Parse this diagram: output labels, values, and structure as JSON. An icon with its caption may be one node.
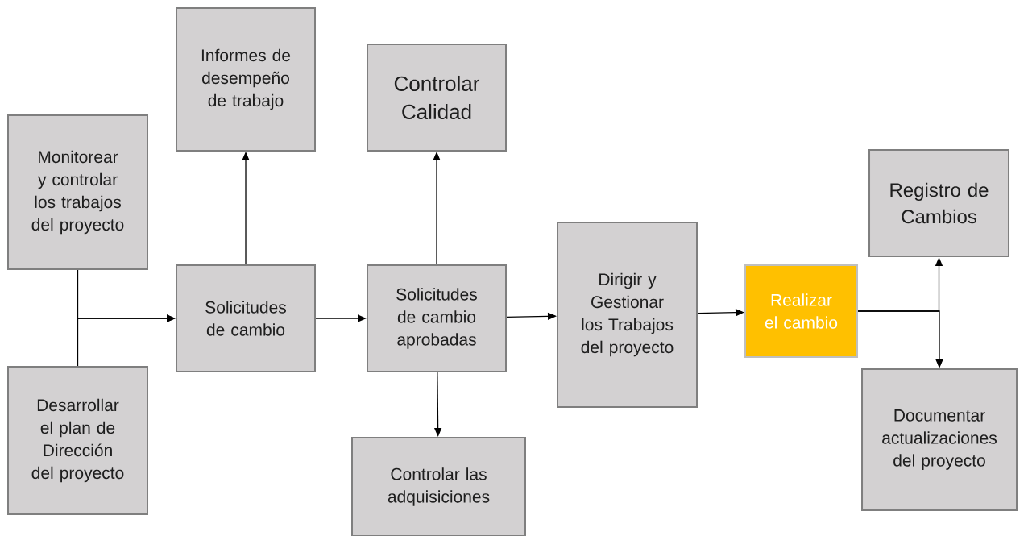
{
  "diagram": {
    "nodes": [
      {
        "text": [
          "Monitorear y controlar los trabajos del proyecto"
        ]
      },
      {
        "text": [
          "Desarrollar el plan de Dirección del proyecto"
        ]
      },
      {
        "text": [
          "Informes de desempeño de trabajo"
        ]
      },
      {
        "text": [
          "Solicitudes de cambio"
        ]
      },
      {
        "text": [
          "Controlar Calidad"
        ]
      },
      {
        "text": [
          "Solicitudes de cambio aprobadas"
        ]
      },
      {
        "text": [
          "Controlar las adquisiciones"
        ]
      },
      {
        "text": [
          "Dirigir y Gestionar los Trabajos del proyecto"
        ]
      },
      {
        "text": [
          "Realizar el cambio"
        ]
      },
      {
        "text": [
          "Registro de Cambios"
        ]
      },
      {
        "text": [
          "Documentar actualizaciones del proyecto"
        ]
      }
    ],
    "edges": [
      {
        "from": 0,
        "to": 3,
        "arrow": "to"
      },
      {
        "from": 1,
        "to": 3,
        "arrow": "to"
      },
      {
        "from": 3,
        "to": 2,
        "arrow": "to"
      },
      {
        "from": 3,
        "to": 5,
        "arrow": "to"
      },
      {
        "from": 5,
        "to": 4,
        "arrow": "to"
      },
      {
        "from": 5,
        "to": 6,
        "arrow": "to"
      },
      {
        "from": 5,
        "to": 7,
        "arrow": "to"
      },
      {
        "from": 7,
        "to": 8,
        "arrow": "to"
      },
      {
        "from": 8,
        "to": 9,
        "arrow": "to"
      },
      {
        "from": 8,
        "to": 10,
        "arrow": "to"
      }
    ]
  }
}
